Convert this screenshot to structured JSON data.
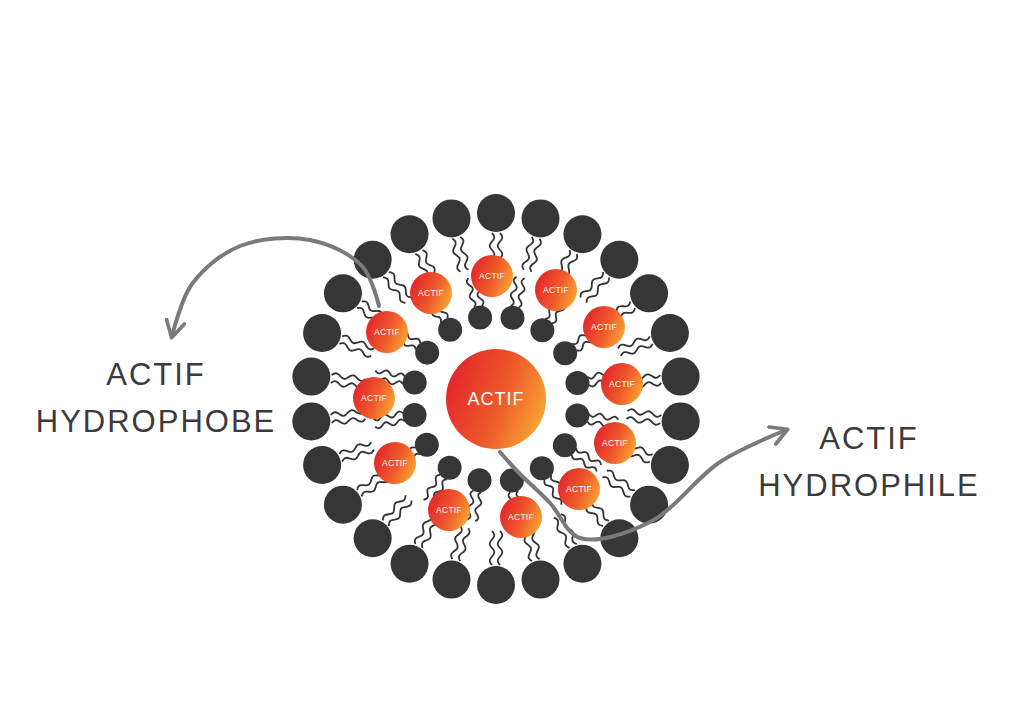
{
  "diagram": {
    "nodes": [
      {
        "text": [
          "ACTIF"
        ]
      },
      {
        "text": [
          "ACTIF"
        ]
      },
      {
        "text": [
          "ACTIF"
        ]
      },
      {
        "text": [
          "ACTIF"
        ]
      },
      {
        "text": [
          "ACTIF"
        ]
      },
      {
        "text": [
          "ACTIF"
        ]
      },
      {
        "text": [
          "ACTIF"
        ]
      },
      {
        "text": [
          "ACTIF"
        ]
      },
      {
        "text": [
          "ACTIF"
        ]
      },
      {
        "text": [
          "ACTIF"
        ]
      },
      {
        "text": [
          "ACTIF"
        ]
      },
      {
        "text": [
          "ACTIF"
        ]
      },
      {
        "text": [
          "ACTIF"
        ]
      }
    ],
    "labels": [
      "ACTIF HYDROPHOBE",
      "ACTIF HYDROPHILE"
    ]
  }
}
